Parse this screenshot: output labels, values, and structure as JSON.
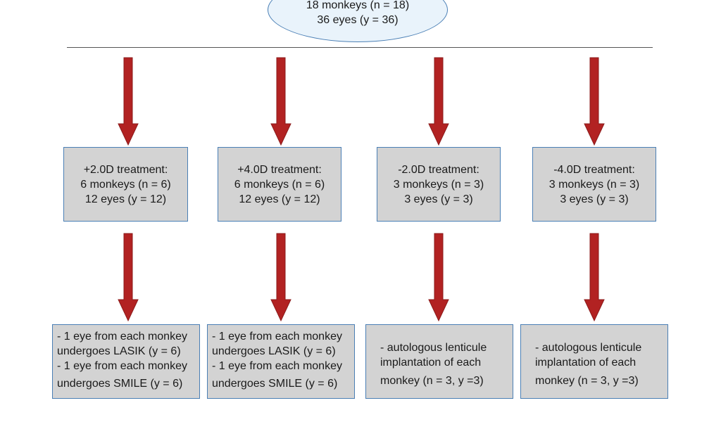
{
  "colors": {
    "arrow": "#b22222",
    "box_fill": "#d3d3d3",
    "box_border": "#4a7fb5",
    "ellipse_fill": "#e9f3fb"
  },
  "top": {
    "line1": "18 monkeys (n = 18)",
    "line2": "36 eyes (y = 36)"
  },
  "groups": [
    {
      "title": "+2.0D treatment:",
      "monkeys": "6 monkeys (n = 6)",
      "eyes": "12 eyes (y = 12)",
      "outcome": [
        "- 1 eye from each monkey",
        "undergoes LASIK (y = 6)",
        "- 1 eye from each monkey",
        "undergoes SMILE (y = 6)"
      ]
    },
    {
      "title": "+4.0D treatment:",
      "monkeys": "6 monkeys (n = 6)",
      "eyes": "12 eyes (y = 12)",
      "outcome": [
        "- 1 eye from each monkey",
        "undergoes LASIK (y = 6)",
        "- 1 eye from each monkey",
        "undergoes SMILE (y = 6)"
      ]
    },
    {
      "title": "-2.0D treatment:",
      "monkeys": "3 monkeys (n = 3)",
      "eyes": "3 eyes (y = 3)",
      "outcome": [
        "- autologous lenticule",
        "implantation of each",
        "monkey (n = 3, y =3)"
      ]
    },
    {
      "title": "-4.0D treatment:",
      "monkeys": "3 monkeys (n = 3)",
      "eyes": "3 eyes (y = 3)",
      "outcome": [
        "- autologous lenticule",
        "implantation of each",
        "monkey (n = 3, y =3)"
      ]
    }
  ]
}
